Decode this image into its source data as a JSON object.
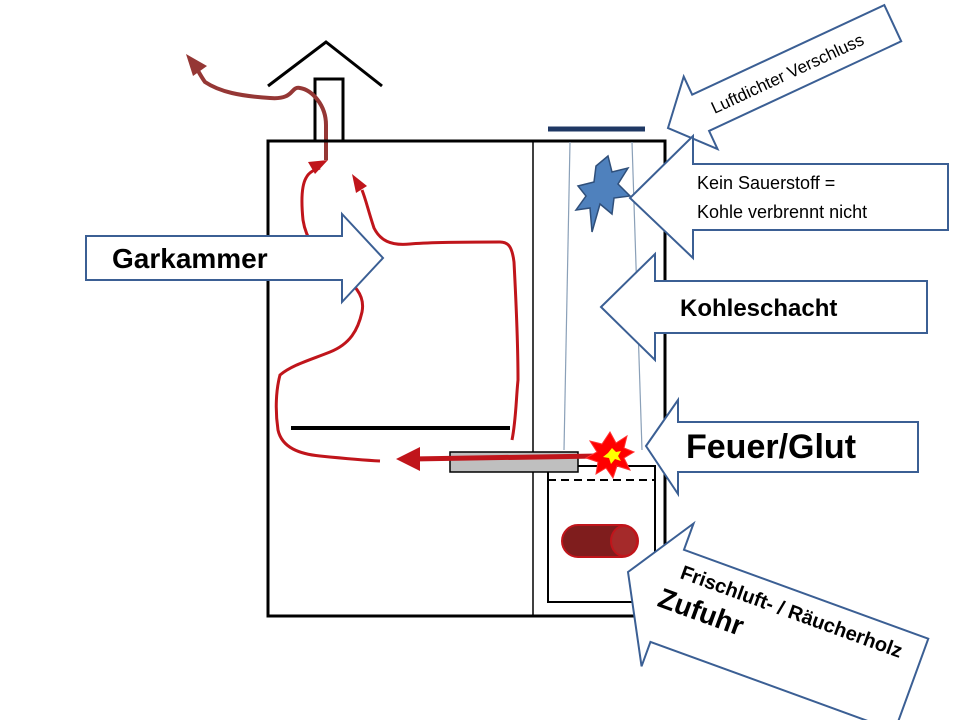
{
  "labels": {
    "garkammer": "Garkammer",
    "luftdicht": "Luftdichter Verschluss",
    "kein_sauerstoff_1": "Kein Sauerstoff =",
    "kein_sauerstoff_2": "Kohle verbrennt nicht",
    "kohleschacht": "Kohleschacht",
    "feuer": "Feuer/Glut",
    "frischluft_1": "Frischluft- / Räucherholz",
    "frischluft_2": "Zufuhr"
  },
  "colors": {
    "outline": "#000000",
    "arrow_border": "#3b5f94",
    "smoke_path": "#c0151b",
    "smoke_exit": "#953735",
    "fire": "#ff0000",
    "fire_core": "#ffff00",
    "spark_blue": "#4f81bd",
    "wood": "#7f1d1d",
    "plate_gray": "#bfbfbf",
    "shaft_line": "#8aa0b8"
  }
}
